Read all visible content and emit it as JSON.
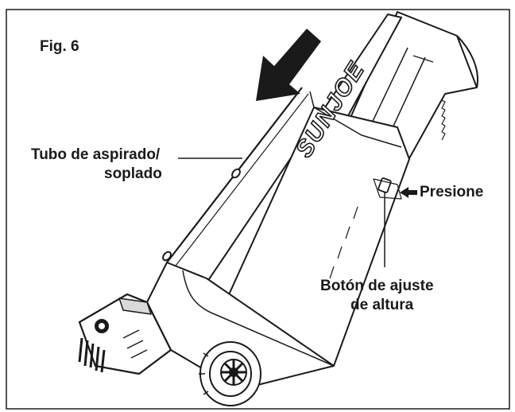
{
  "figure": {
    "title": "Fig. 6",
    "brand": "SUNJOE",
    "labels": {
      "tube_line1": "Tubo de aspirado/",
      "tube_line2": "soplado",
      "press": "Presione",
      "button_line1": "Botón de ajuste",
      "button_line2": "de altura"
    }
  },
  "colors": {
    "line": "#1a1a1a",
    "background": "#ffffff",
    "shade": "#d9d9d9"
  }
}
